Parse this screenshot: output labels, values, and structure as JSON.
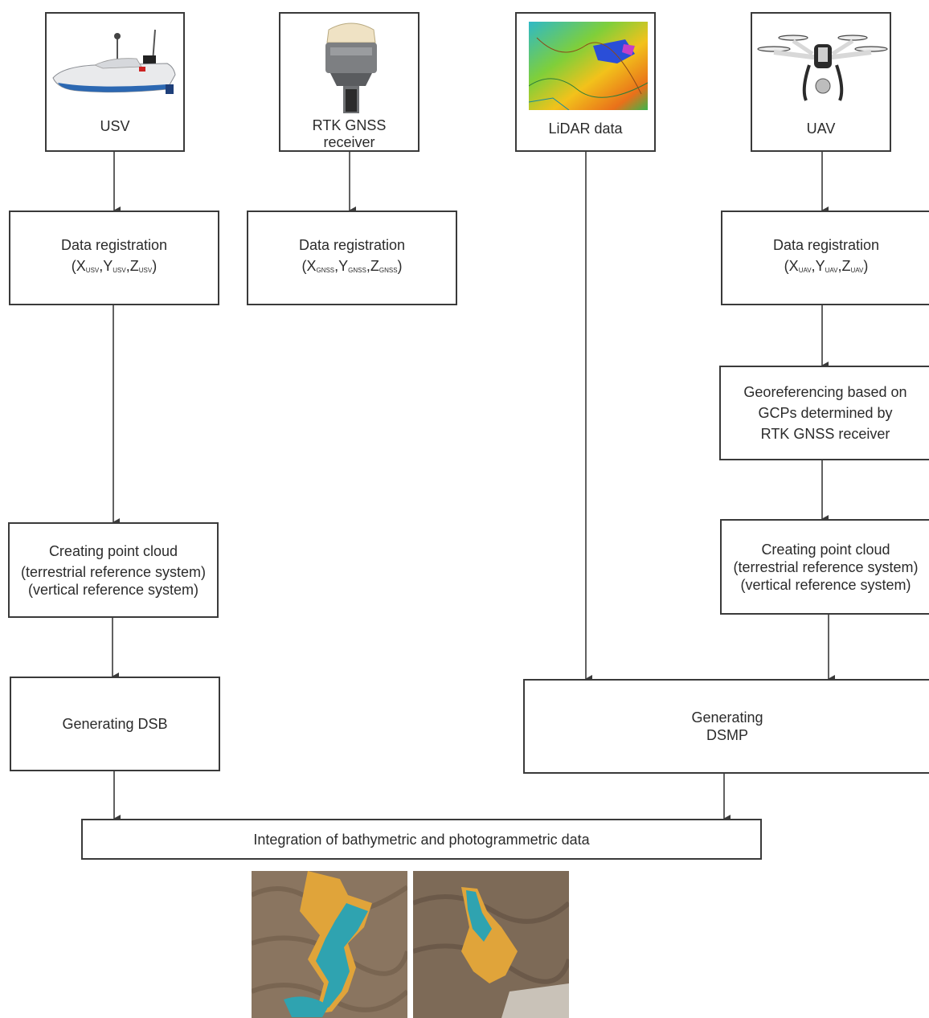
{
  "sources": [
    {
      "id": "usv",
      "label": "USV",
      "icon": "usv-boat-icon"
    },
    {
      "id": "gnss",
      "label_line1": "RTK GNSS",
      "label_line2": "receiver",
      "icon": "gnss-receiver-icon"
    },
    {
      "id": "lidar",
      "label": "LiDAR data",
      "icon": "lidar-map-icon"
    },
    {
      "id": "uav",
      "label": "UAV",
      "icon": "drone-icon"
    }
  ],
  "registration": {
    "usv": {
      "title": "Data registration",
      "x": "X",
      "y": "Y",
      "z": "Z",
      "sub": "USV"
    },
    "gnss": {
      "title": "Data registration",
      "x": "X",
      "y": "Y",
      "z": "Z",
      "sub": "GNSS"
    },
    "uav": {
      "title": "Data registration",
      "x": "X",
      "y": "Y",
      "z": "Z",
      "sub": "UAV"
    }
  },
  "georef": {
    "line1": "Georeferencing based on",
    "line2": "GCPs determined by",
    "line3": "RTK GNSS receiver"
  },
  "pointcloud": {
    "line1": "Creating point cloud",
    "line2": "(terrestrial reference system)",
    "line3": "(vertical reference system)"
  },
  "dsb": {
    "label": "Generating DSB"
  },
  "dsmp": {
    "line1": "Generating",
    "line2": "DSMP"
  },
  "integration": {
    "label": "Integration of bathymetric and photogrammetric data"
  },
  "colors": {
    "line": "#3a3a3a",
    "water": "#2fa3b0",
    "shore": "#e0a43a",
    "terrain": "#8a7560"
  }
}
